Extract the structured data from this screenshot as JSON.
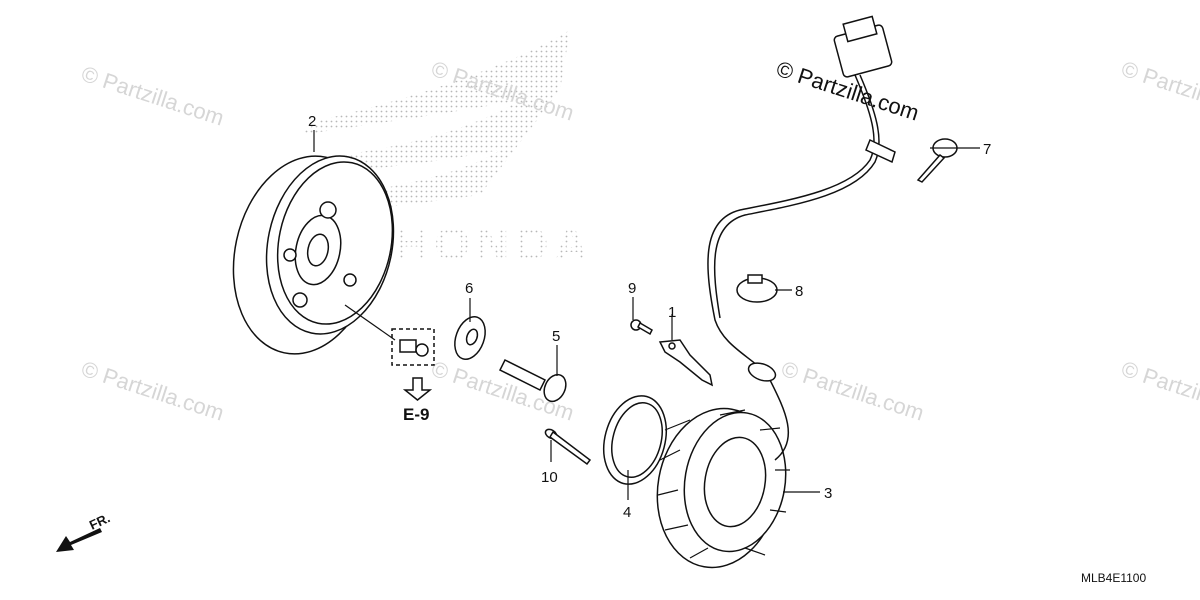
{
  "diagram": {
    "callouts": [
      {
        "id": "1",
        "label": "1"
      },
      {
        "id": "2",
        "label": "2"
      },
      {
        "id": "3",
        "label": "3"
      },
      {
        "id": "4",
        "label": "4"
      },
      {
        "id": "5",
        "label": "5"
      },
      {
        "id": "6",
        "label": "6"
      },
      {
        "id": "7",
        "label": "7"
      },
      {
        "id": "8",
        "label": "8"
      },
      {
        "id": "9",
        "label": "9"
      },
      {
        "id": "10",
        "label": "10"
      }
    ],
    "reference": "E-9",
    "direction": "FR.",
    "diagram_code": "MLB4E1100",
    "watermark": "© Partzilla.com",
    "watermark_main": "© Partzilla.com",
    "logo_text": "HONDA"
  }
}
